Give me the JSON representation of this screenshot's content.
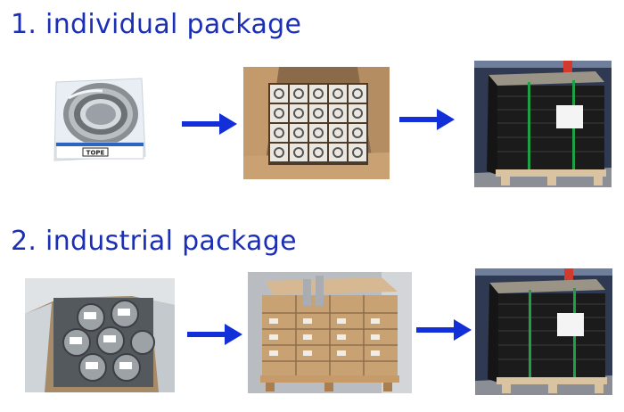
{
  "sections": [
    {
      "title": "1. individual package",
      "stages": [
        {
          "icon": "bearing-in-bag-photo",
          "bag_label": "TOPE"
        },
        {
          "icon": "carton-of-boxed-bearings-photo"
        },
        {
          "icon": "wrapped-pallet-photo"
        }
      ]
    },
    {
      "title": "2. industrial package",
      "stages": [
        {
          "icon": "bearings-in-lined-carton-photo"
        },
        {
          "icon": "stacked-cartons-on-pallet-photo"
        },
        {
          "icon": "wrapped-pallet-photo"
        }
      ]
    }
  ],
  "colors": {
    "heading": "#1b2fb6",
    "arrow": "#1330d8"
  }
}
